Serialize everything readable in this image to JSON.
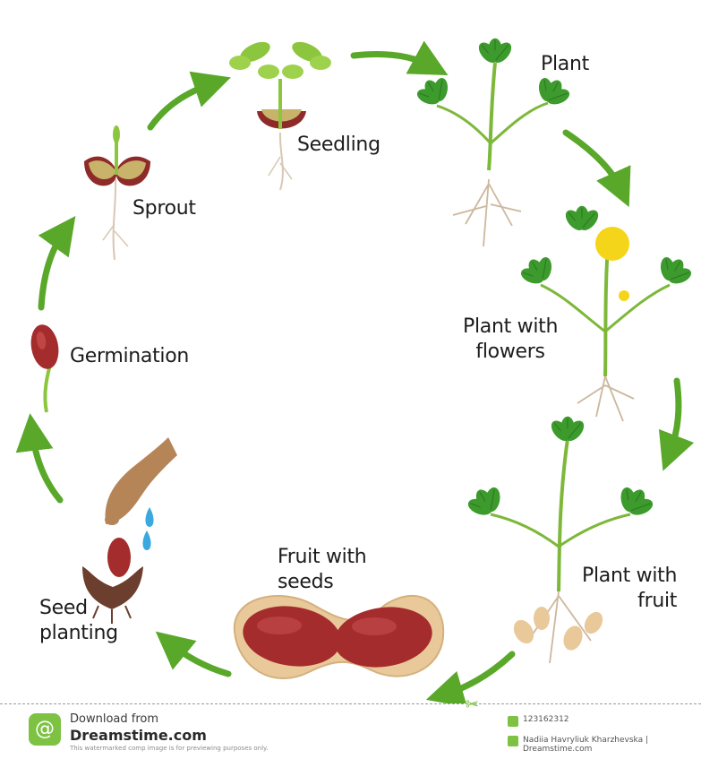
{
  "stages": {
    "plant": "Plant",
    "seedling": "Seedling",
    "sprout": "Sprout",
    "germination": "Germination",
    "plant_with_flowers": "Plant with\nflowers",
    "plant_with_fruit": "Plant with\nfruit",
    "fruit_with_seeds": "Fruit with\nseeds",
    "seed_planting": "Seed\nplanting"
  },
  "footer": {
    "download_from": "Download from",
    "brand": "Dreamstime.com",
    "note": "This watermarked comp image is for previewing purposes only.",
    "stock_id": "123162312",
    "credit": "Nadiia Havryliuk Kharzhevska | Dreamstime.com"
  },
  "colors": {
    "arrow": "#5aa82a",
    "leaf": "#3d9a2c",
    "leaf_dark": "#2b7a22",
    "stem": "#8cc63f",
    "seed": "#a42c2c",
    "shell": "#e9c99a",
    "flower": "#f5d51a",
    "hand": "#b58557",
    "water": "#39a9e0",
    "soil": "#6b3e2e",
    "brand": "#7dc242"
  }
}
